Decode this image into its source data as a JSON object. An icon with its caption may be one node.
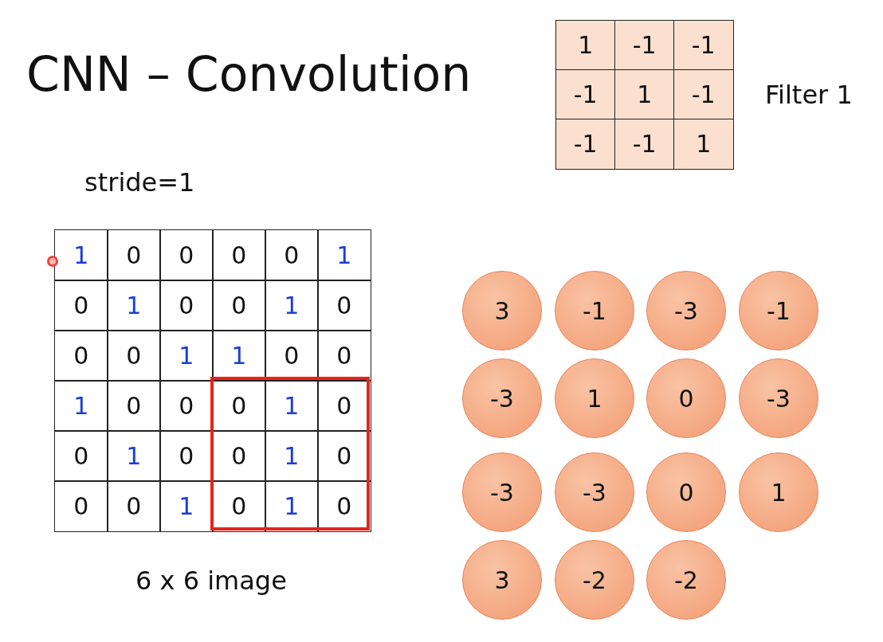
{
  "diagram": {
    "title": "CNN – Convolution",
    "nodes": [
      {
        "text": [
          "3"
        ]
      },
      {
        "text": [
          "-1"
        ]
      },
      {
        "text": [
          "-3"
        ]
      },
      {
        "text": [
          "-1"
        ]
      },
      {
        "text": [
          "-3"
        ]
      },
      {
        "text": [
          "1"
        ]
      },
      {
        "text": [
          "0"
        ]
      },
      {
        "text": [
          "-3"
        ]
      },
      {
        "text": [
          "-3"
        ]
      },
      {
        "text": [
          "-3"
        ]
      },
      {
        "text": [
          "0"
        ]
      },
      {
        "text": [
          "1"
        ]
      },
      {
        "text": [
          "3"
        ]
      },
      {
        "text": [
          "-2"
        ]
      },
      {
        "text": [
          "-2"
        ]
      }
    ],
    "labels": [
      "1",
      "-1",
      "-1",
      "-1",
      "1",
      "-1",
      "-1",
      "-1",
      "1",
      "Filter 1",
      "stride=1",
      "1",
      "0",
      "0",
      "0",
      "0",
      "1",
      "0",
      "1",
      "0",
      "0",
      "1",
      "0",
      "0",
      "0",
      "1",
      "1",
      "0",
      "0",
      "1",
      "0",
      "0",
      "0",
      "1",
      "0",
      "0",
      "1",
      "0",
      "0",
      "1",
      "0",
      "0",
      "0",
      "1",
      "0",
      "1",
      "0",
      "6 x 6 image"
    ]
  }
}
